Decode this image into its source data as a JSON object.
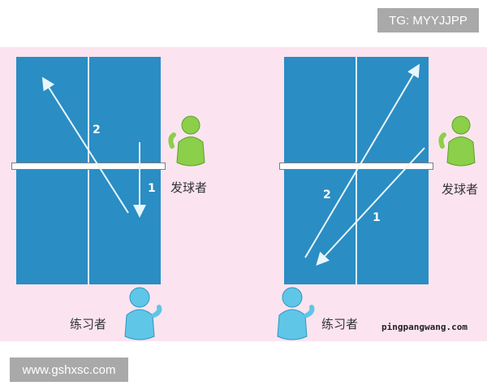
{
  "badges": {
    "top_right": "TG: MYYJJPP",
    "bottom_left": "www.gshxsc.com"
  },
  "diagram": {
    "left": {
      "server_label": "发球者",
      "practitioner_label": "练习者",
      "path_numbers": [
        "2",
        "1"
      ]
    },
    "right": {
      "server_label": "发球者",
      "practitioner_label": "练习者",
      "path_numbers": [
        "2",
        "1"
      ]
    }
  },
  "watermark": "pingpangwang.com",
  "colors": {
    "background": "#fbe4ef",
    "table": "#2a8dc4",
    "lines": "#e8f6fb",
    "server_figure": "#8ccf4a",
    "practitioner_figure": "#5fc6e8"
  },
  "icons": {
    "server": "green-person-icon",
    "practitioner": "blue-person-icon"
  }
}
